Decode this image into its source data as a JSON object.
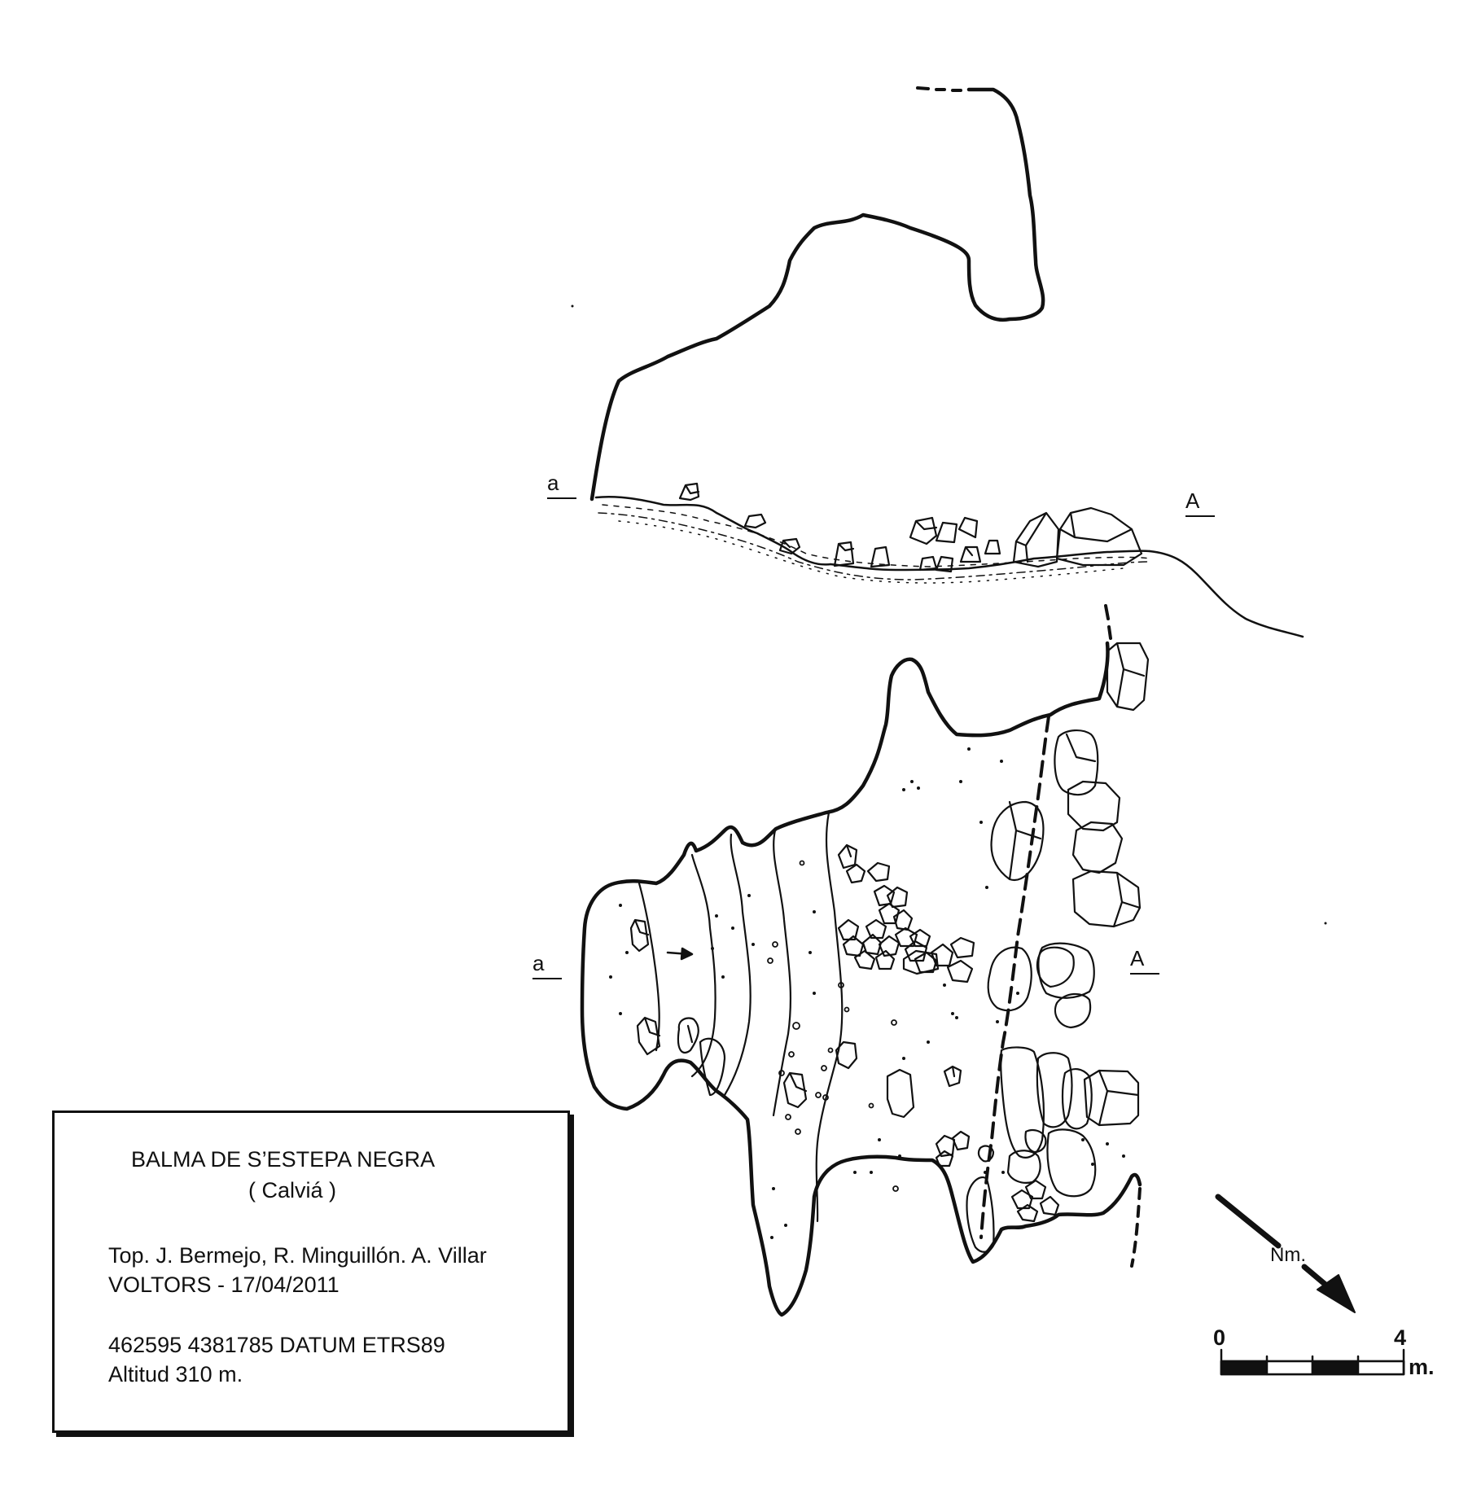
{
  "section_labels": {
    "profile_left": "a",
    "profile_right": "A",
    "plan_left": "a",
    "plan_right": "A"
  },
  "info": {
    "title": "BALMA DE S’ESTEPA NEGRA",
    "municipality": "( Calviá )",
    "surveyors": "Top. J. Bermejo, R. Minguillón. A. Villar",
    "group_date": "VOLTORS - 17/04/2011",
    "coordinates": "462595 4381785 DATUM ETRS89",
    "altitude": "Altitud 310 m."
  },
  "north": {
    "label": "Nm."
  },
  "scale": {
    "start": "0",
    "end": "4",
    "unit": "m.",
    "segments": 4
  },
  "colors": {
    "ink": "#111111",
    "paper": "#ffffff"
  }
}
